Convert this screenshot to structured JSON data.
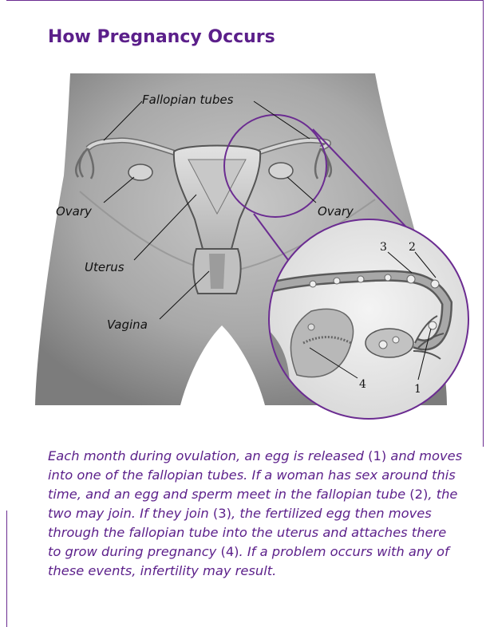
{
  "title": "How Pregnancy Occurs",
  "labels": {
    "fallopian_tubes": "Fallopian tubes",
    "ovary_left": "Ovary",
    "ovary_right": "Ovary",
    "uterus": "Uterus",
    "vagina": "Vagina"
  },
  "inset_numbers": [
    "1",
    "2",
    "3",
    "4"
  ],
  "caption": {
    "p1": "Each month during ovulation, an egg is released ",
    "n1": "(1)",
    "p2": " and moves into one of the fallopian tubes. If a woman has sex around this time, and an egg and sperm meet in the fallopian tube ",
    "n2": "(2)",
    "p3": ", the two may join. If they join ",
    "n3": "(3)",
    "p4": ", the fertilized egg then moves through the fallopian tube into the uterus and attaches there to grow during pregnancy ",
    "n4": "(4)",
    "p5": ". If a problem occurs with any of these events, infertility may result."
  },
  "colors": {
    "accent": "#5b1f8a",
    "body": "#9a9a9a"
  }
}
